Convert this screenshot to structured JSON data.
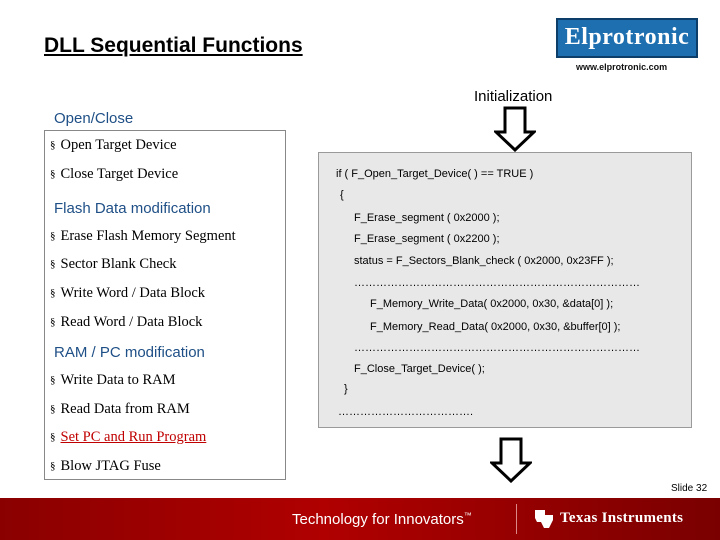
{
  "slide": {
    "title": "DLL Sequential Functions",
    "slide_number": "Slide 32"
  },
  "logo": {
    "name": "Elprotronic",
    "url": "www.elprotronic.com"
  },
  "flow": {
    "init_label": "Initialization"
  },
  "sections": [
    {
      "heading": "Open/Close",
      "items": [
        {
          "label": "Open Target Device",
          "link": false
        },
        {
          "label": "Close Target Device",
          "link": false
        }
      ]
    },
    {
      "heading": "Flash Data modification",
      "items": [
        {
          "label": "Erase Flash Memory Segment",
          "link": false
        },
        {
          "label": "Sector Blank Check",
          "link": false
        },
        {
          "label": "Write Word / Data Block",
          "link": false
        },
        {
          "label": "Read Word / Data Block",
          "link": false
        }
      ]
    },
    {
      "heading": "RAM / PC modification",
      "items": [
        {
          "label": "Write Data to RAM",
          "link": false
        },
        {
          "label": "Read Data from RAM",
          "link": false
        },
        {
          "label": "Set PC and Run Program",
          "link": true
        },
        {
          "label": "Blow JTAG Fuse",
          "link": false
        }
      ]
    }
  ],
  "bullet_char": "§",
  "code": [
    "if ( F_Open_Target_Device( ) == TRUE )",
    "{",
    "F_Erase_segment ( 0x2000 );",
    "F_Erase_segment ( 0x2200 );",
    "status = F_Sectors_Blank_check ( 0x2000, 0x23FF );",
    "……………………………………………………………………",
    "F_Memory_Write_Data( 0x2000, 0x30, &data[0] );",
    "F_Memory_Read_Data( 0x2000, 0x30, &buffer[0] );",
    "……………………………………………………………………",
    "F_Close_Target_Device( );",
    "}",
    "………………………………."
  ],
  "footer": {
    "tagline": "Technology for Innovators",
    "trademark": "™",
    "company": "Texas Instruments"
  },
  "colors": {
    "section_heading": "#1e4f86",
    "link": "#c00000",
    "code_bg": "#e8e8e8",
    "footer_bg": "#b00000",
    "logo_bg": "#1e6fb0"
  }
}
